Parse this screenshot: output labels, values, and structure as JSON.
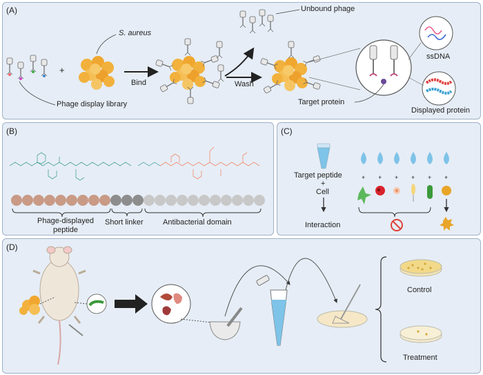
{
  "panels": {
    "a": {
      "label": "(A)",
      "s_aureus": "S. aureus",
      "bind": "Bind",
      "wash": "Wash",
      "plus": "+",
      "library": "Phage display library",
      "unbound": "Unbound phage",
      "target_protein": "Target protein",
      "ssdna": "ssDNA",
      "displayed_protein": "Displayed protein"
    },
    "b": {
      "label": "(B)",
      "phage_peptide_line1": "Phage-displayed",
      "phage_peptide_line2": "peptide",
      "short_linker": "Short linker",
      "antibacterial": "Antibacterial domain"
    },
    "c": {
      "label": "(C)",
      "target_peptide": "Target peptide",
      "plus": "+",
      "cell": "Cell",
      "interaction": "Interaction",
      "plus_signs": [
        "+",
        "+",
        "+",
        "+",
        "+",
        "+"
      ]
    },
    "d": {
      "label": "(D)",
      "control": "Control",
      "treatment": "Treatment"
    }
  },
  "colors": {
    "panel_bg": "#e6edf6",
    "panel_border": "#9fb0c6",
    "bacteria": "#f3b63e",
    "antibacterial_chem": "#f08a6a",
    "phage_chem": "#4aa39a",
    "bead_phage": "#c99a86",
    "bead_linker": "#8d8d8d",
    "bead_antibacterial": "#c8c8c8",
    "droplet": "#7ec3e8",
    "prohibit": "#e0413a"
  }
}
